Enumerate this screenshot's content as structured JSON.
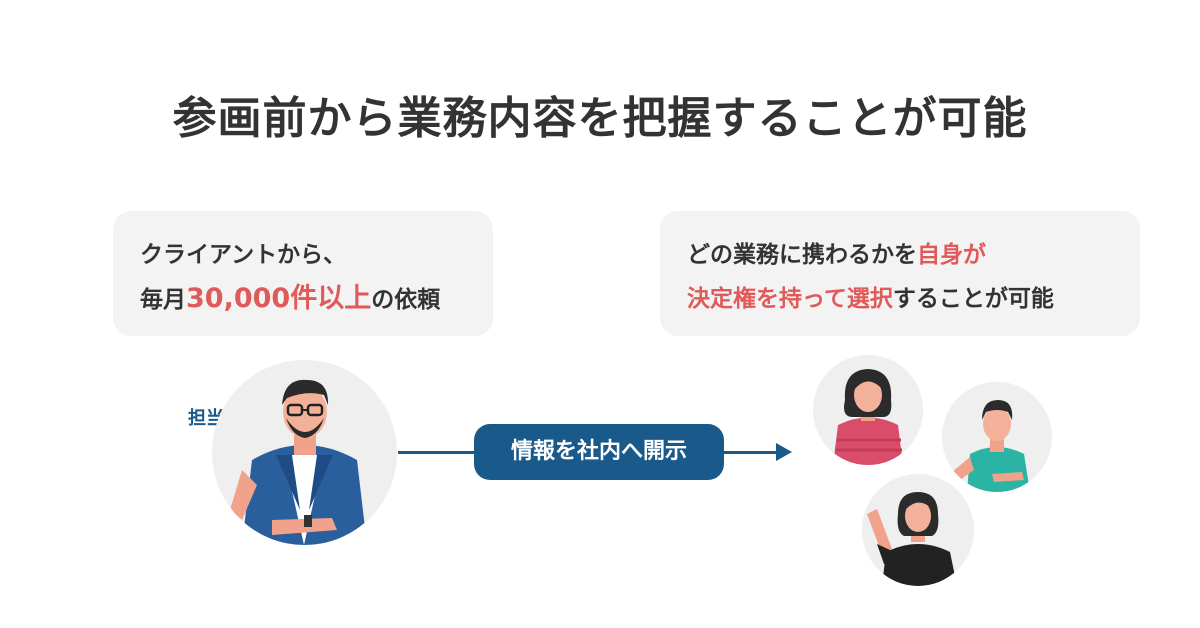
{
  "title": "参画前から業務内容を把握することが可能",
  "left_bubble": {
    "line1": "クライアントから、",
    "line2_prefix": "毎月",
    "line2_highlight": "30,000件以上",
    "line2_suffix": "の依頼"
  },
  "right_bubble": {
    "line1_prefix": "どの業務に携わるかを",
    "line1_highlight": "自身が",
    "line2_highlight": "決定権を持って選択",
    "line2_suffix": "することが可能"
  },
  "person_label": "担当者",
  "arrow_label": "情報を社内へ開示",
  "colors": {
    "accent_blue": "#1a5a8a",
    "highlight_red": "#e05a5a",
    "bubble_bg": "#f3f3f3",
    "text": "#333333"
  }
}
